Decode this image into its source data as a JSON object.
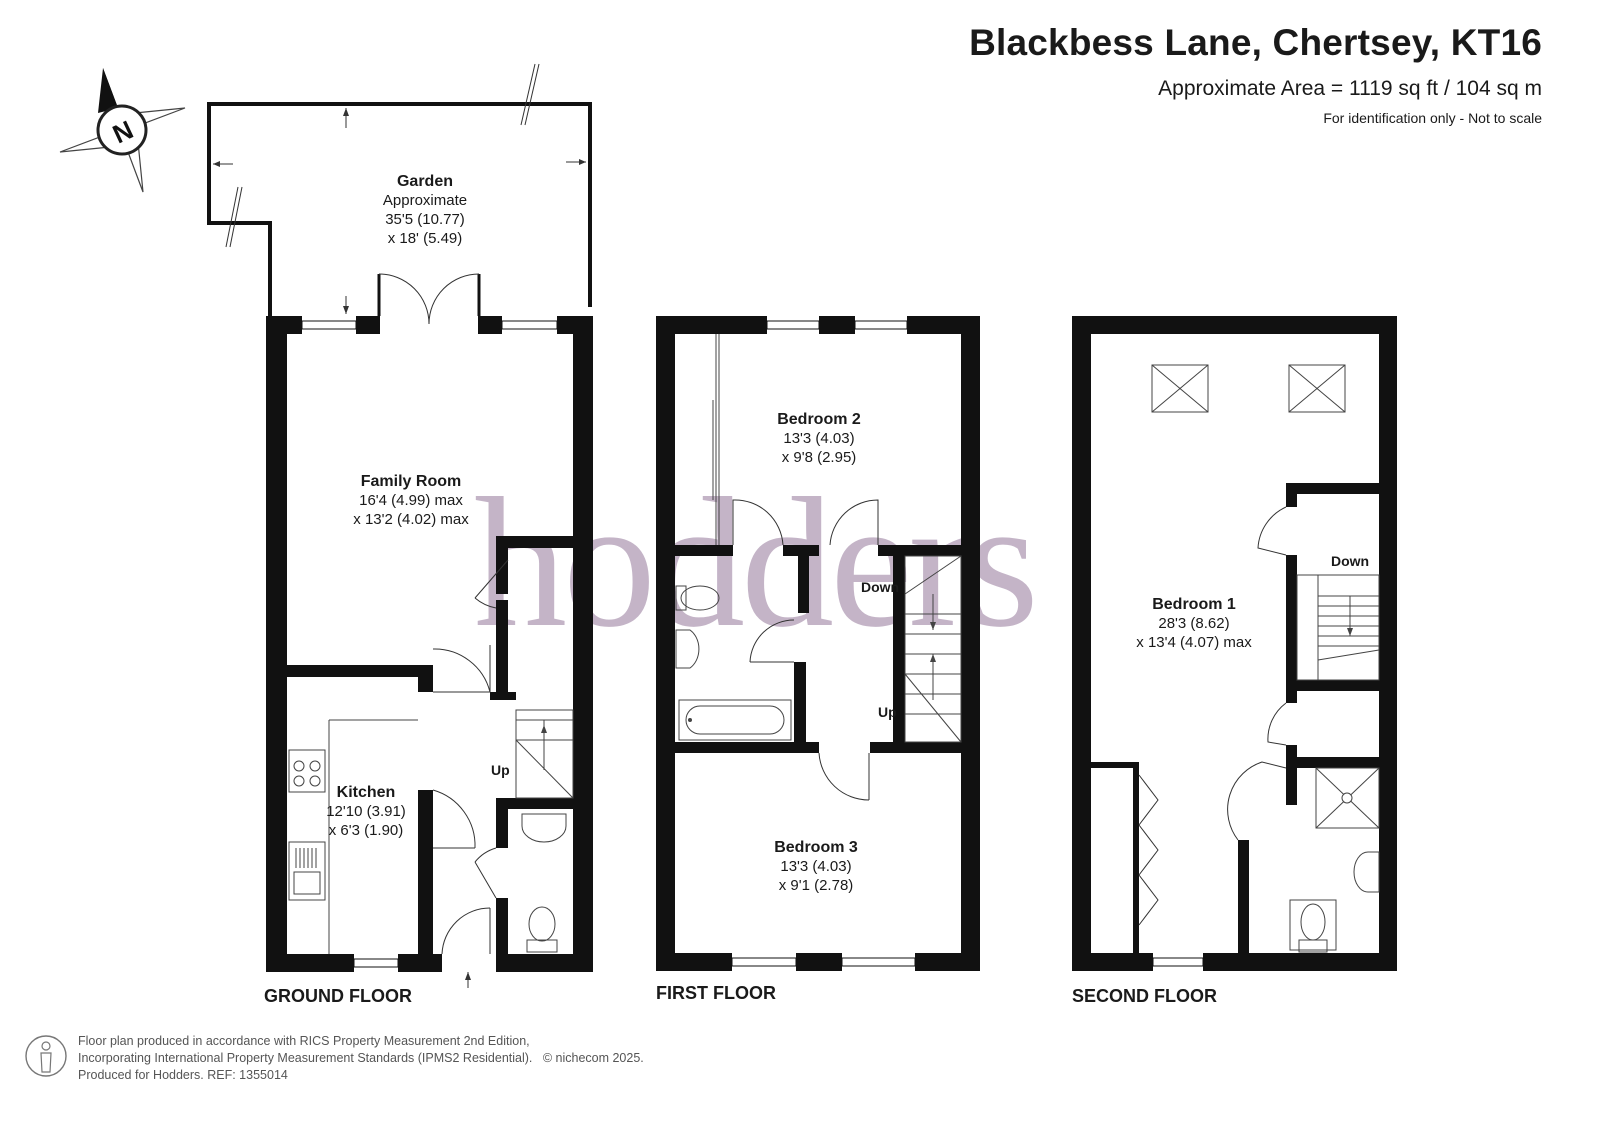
{
  "header": {
    "title": "Blackbess Lane, Chertsey, KT16",
    "area": "Approximate Area = 1119 sq ft / 104 sq m",
    "note": "For identification only - Not to scale"
  },
  "compass": {
    "letter": "N"
  },
  "watermark": {
    "text": "hodders"
  },
  "floors": {
    "ground": {
      "label": "GROUND FLOOR",
      "garden": {
        "name": "Garden",
        "line1": "Approximate",
        "line2": "35'5 (10.77)",
        "line3": "x 18' (5.49)"
      },
      "family_room": {
        "name": "Family Room",
        "line1": "16'4 (4.99) max",
        "line2": "x 13'2 (4.02) max"
      },
      "kitchen": {
        "name": "Kitchen",
        "line1": "12'10 (3.91)",
        "line2": "x 6'3 (1.90)"
      },
      "stair": "Up"
    },
    "first": {
      "label": "FIRST FLOOR",
      "bedroom2": {
        "name": "Bedroom 2",
        "line1": "13'3 (4.03)",
        "line2": "x 9'8 (2.95)"
      },
      "bedroom3": {
        "name": "Bedroom 3",
        "line1": "13'3 (4.03)",
        "line2": "x 9'1 (2.78)"
      },
      "stair_down": "Down",
      "stair_up": "Up"
    },
    "second": {
      "label": "SECOND FLOOR",
      "bedroom1": {
        "name": "Bedroom 1",
        "line1": "28'3 (8.62)",
        "line2": "x 13'4 (4.07) max"
      },
      "stair_down": "Down"
    }
  },
  "footer": {
    "line1": "Floor plan produced in accordance with RICS Property Measurement 2nd Edition,",
    "line2": "Incorporating International Property Measurement Standards (IPMS2 Residential).",
    "copyright": "© nichecom 2025.",
    "line3": "Produced for Hodders.   REF:  1355014"
  }
}
